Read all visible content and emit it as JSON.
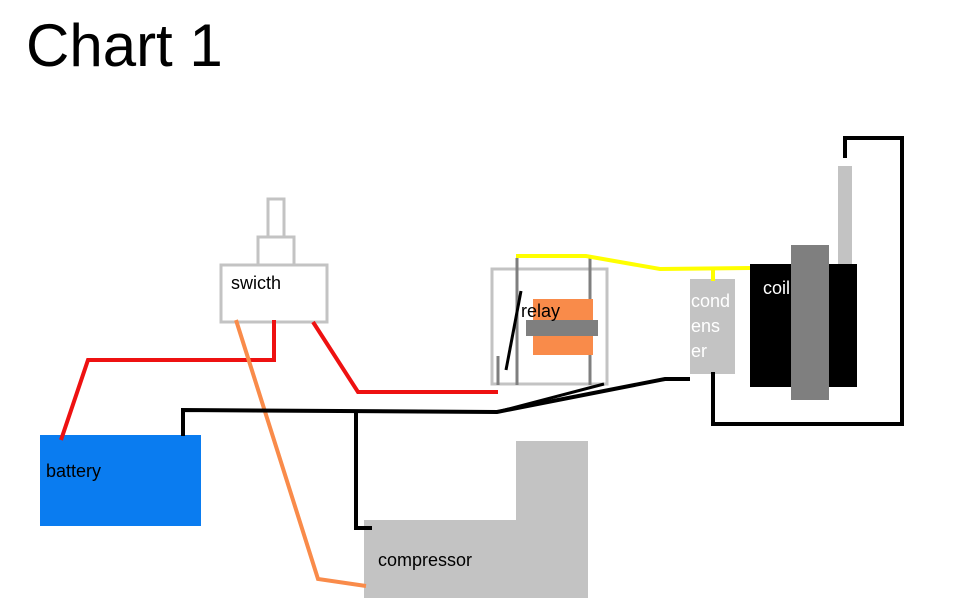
{
  "title": "Chart 1",
  "labels": {
    "switch": "swicth",
    "relay": "relay",
    "condenser_1": "cond",
    "condenser_2": "ens",
    "condenser_3": "er",
    "coil": "coil",
    "battery": "battery",
    "compressor": "compressor"
  },
  "colors": {
    "red_wire": "#ee1111",
    "black_wire": "#000000",
    "yellow_wire": "#ffff00",
    "orange_wire": "#f98b4a",
    "battery": "#0a7cf0",
    "component_gray": "#c3c3c3",
    "switch_outline": "#c3c3c3",
    "relay_coil": "#f98b4a",
    "relay_core": "#7f7f7f",
    "coil_body": "#000000",
    "coil_core": "#7f7f7f"
  }
}
